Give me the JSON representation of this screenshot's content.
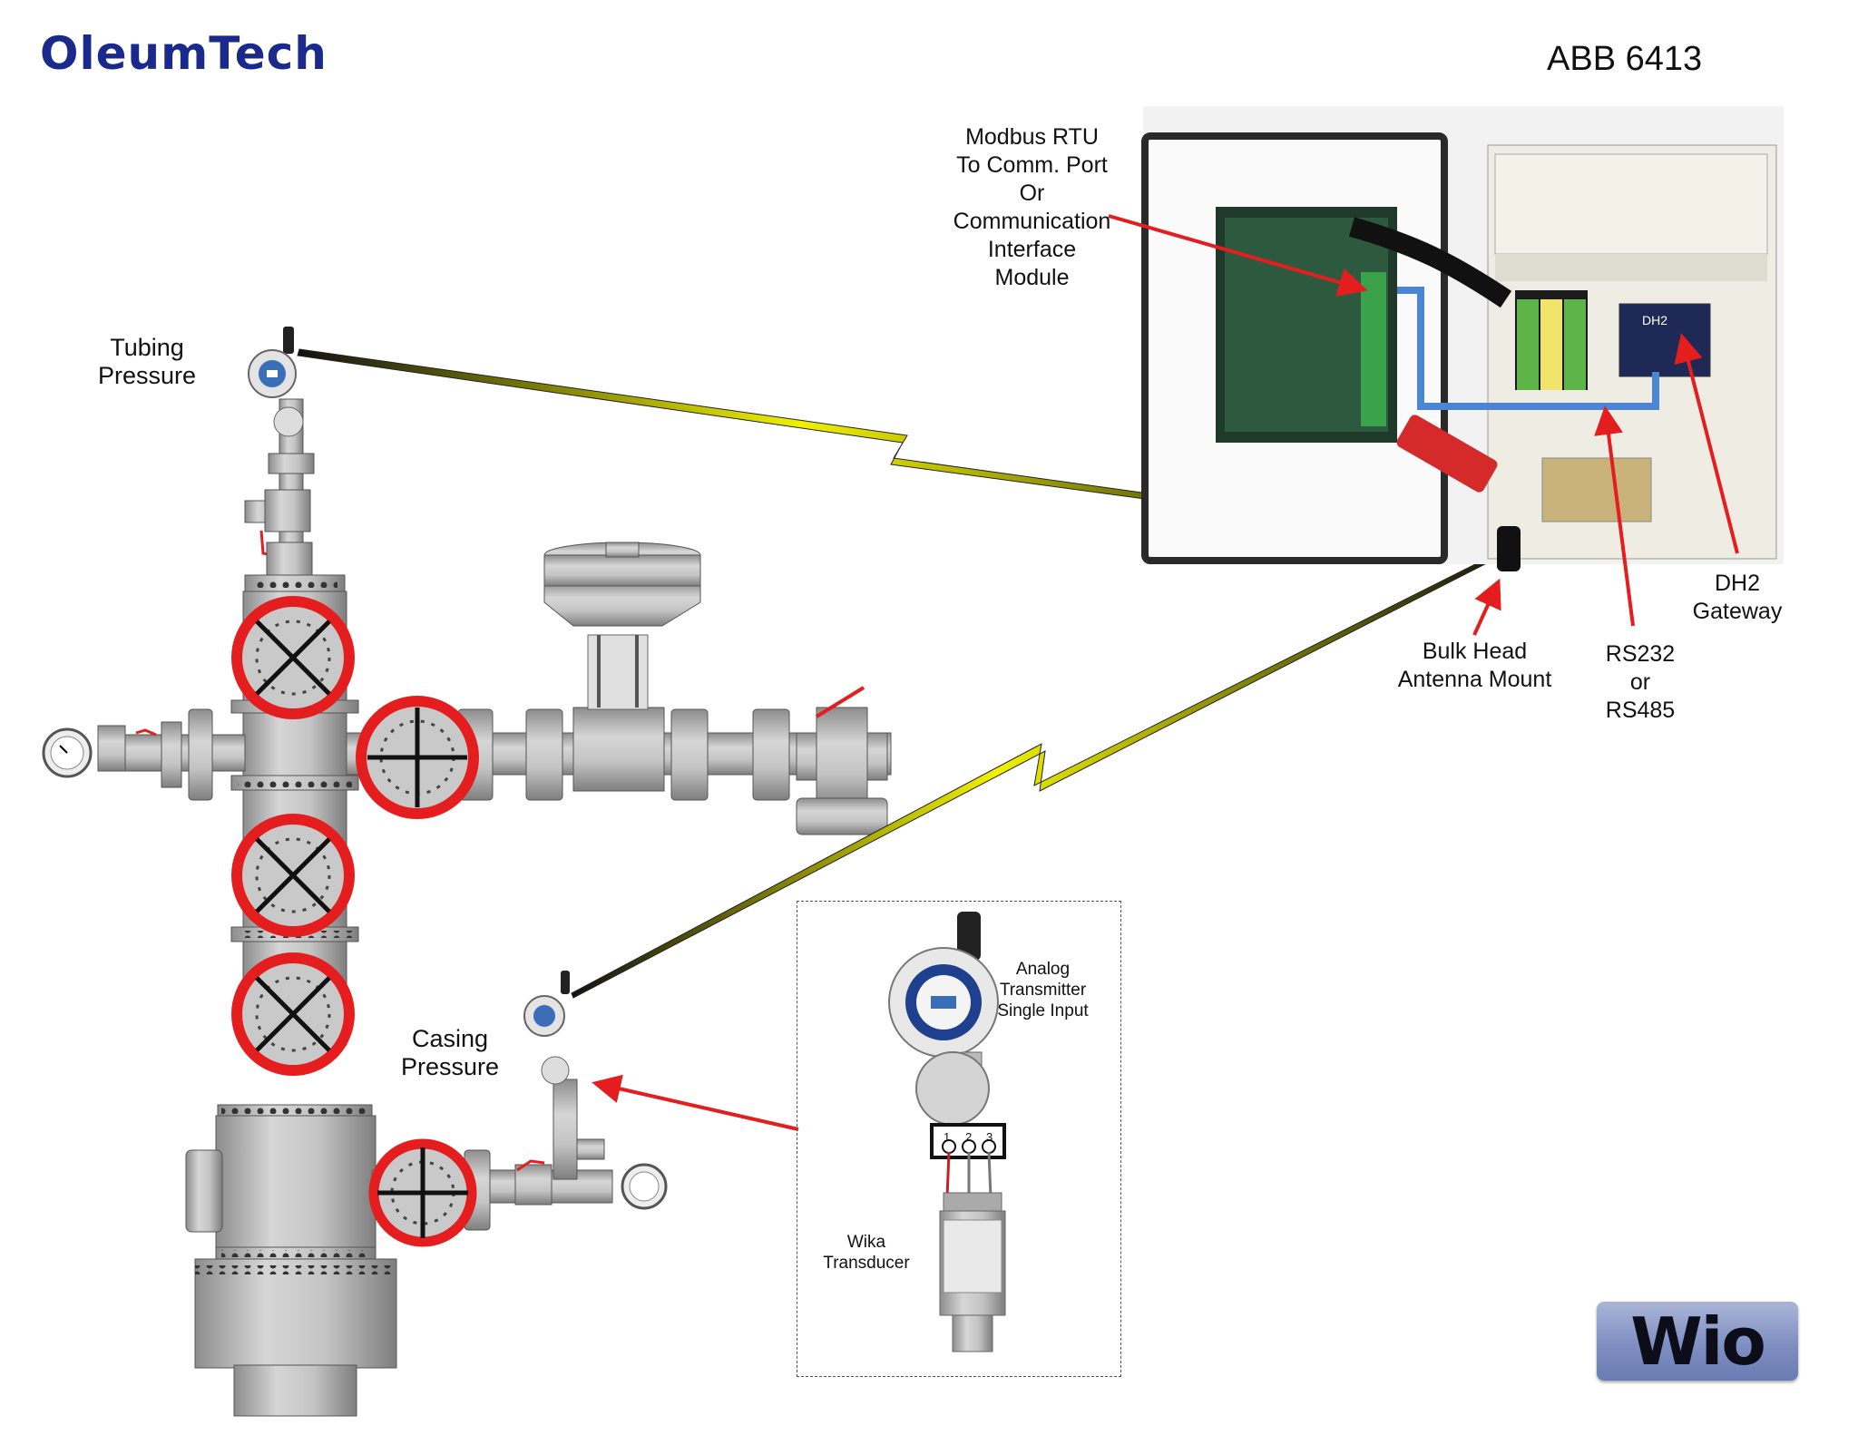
{
  "header": {
    "brand": "OleumTech",
    "title": "ABB 6413"
  },
  "labels": {
    "tubing_pressure": [
      "Tubing",
      "Pressure"
    ],
    "casing_pressure": [
      "Casing",
      "Pressure"
    ],
    "modbus": [
      "Modbus RTU",
      "To Comm. Port",
      "Or",
      "Communication",
      "Interface",
      "Module"
    ],
    "dh2_gateway": [
      "DH2",
      "Gateway"
    ],
    "bulk_head": [
      "Bulk Head",
      "Antenna Mount"
    ],
    "rs232": [
      "RS232",
      "or",
      "RS485"
    ],
    "analog_transmitter": [
      "Analog",
      "Transmitter",
      "Single Input"
    ],
    "wika_transducer": [
      "Wika",
      "Transducer"
    ],
    "terminal_numbers": [
      "1",
      "2",
      "3"
    ],
    "dh2_module": "DH2",
    "wio_logo": "Wio"
  },
  "colors": {
    "brand_blue": "#1a2a8c",
    "arrow_red": "#e41e1e",
    "wireless_yellow": "#e8e800",
    "serial_blue": "#4a86d4",
    "steel_gray": "#b8b8b8"
  }
}
